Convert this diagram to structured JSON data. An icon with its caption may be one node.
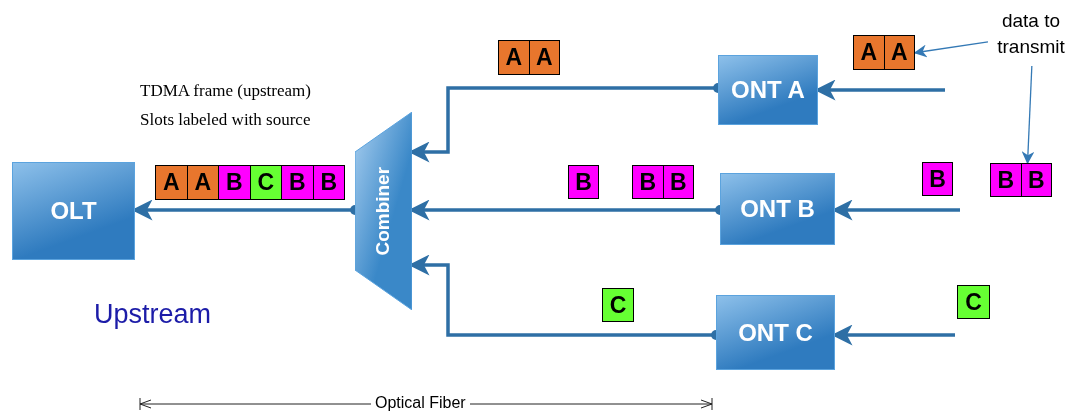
{
  "diagram": {
    "nodes": [
      {
        "text": [
          "data to transmit"
        ]
      },
      {
        "text": [
          "A",
          "A"
        ]
      },
      {
        "text": [
          "ONT A"
        ]
      },
      {
        "text": [
          "A",
          "A"
        ]
      },
      {
        "text": [
          "A",
          "A",
          "B",
          "C",
          "B",
          "B"
        ]
      },
      {
        "text": [
          "OLT"
        ]
      },
      {
        "text": [
          "Combiner"
        ]
      },
      {
        "text": [
          "B"
        ]
      },
      {
        "text": [
          "B",
          "B"
        ]
      },
      {
        "text": [
          "ONT B"
        ]
      },
      {
        "text": [
          "B"
        ]
      },
      {
        "text": [
          "B",
          "B"
        ]
      },
      {
        "text": [
          "C"
        ]
      },
      {
        "text": [
          "ONT C"
        ]
      },
      {
        "text": [
          "C"
        ]
      }
    ],
    "edges": [
      {
        "from": 6,
        "to": 5,
        "arrow": "to"
      },
      {
        "from": 2,
        "to": 6,
        "arrow": "to"
      },
      {
        "from": 9,
        "to": 6,
        "arrow": "to"
      },
      {
        "from": 13,
        "to": 6,
        "arrow": "to"
      },
      {
        "from": null,
        "to": 2,
        "arrow": "to"
      },
      {
        "from": null,
        "to": 9,
        "arrow": "to"
      },
      {
        "from": null,
        "to": 13,
        "arrow": "to"
      },
      {
        "from": 0,
        "to": 3,
        "arrow": "to"
      },
      {
        "from": 0,
        "to": 11,
        "arrow": "to"
      }
    ],
    "labels": [
      "TDMA frame (upstream)",
      "Slots labeled with source",
      "Upstream",
      "Optical Fiber"
    ]
  }
}
